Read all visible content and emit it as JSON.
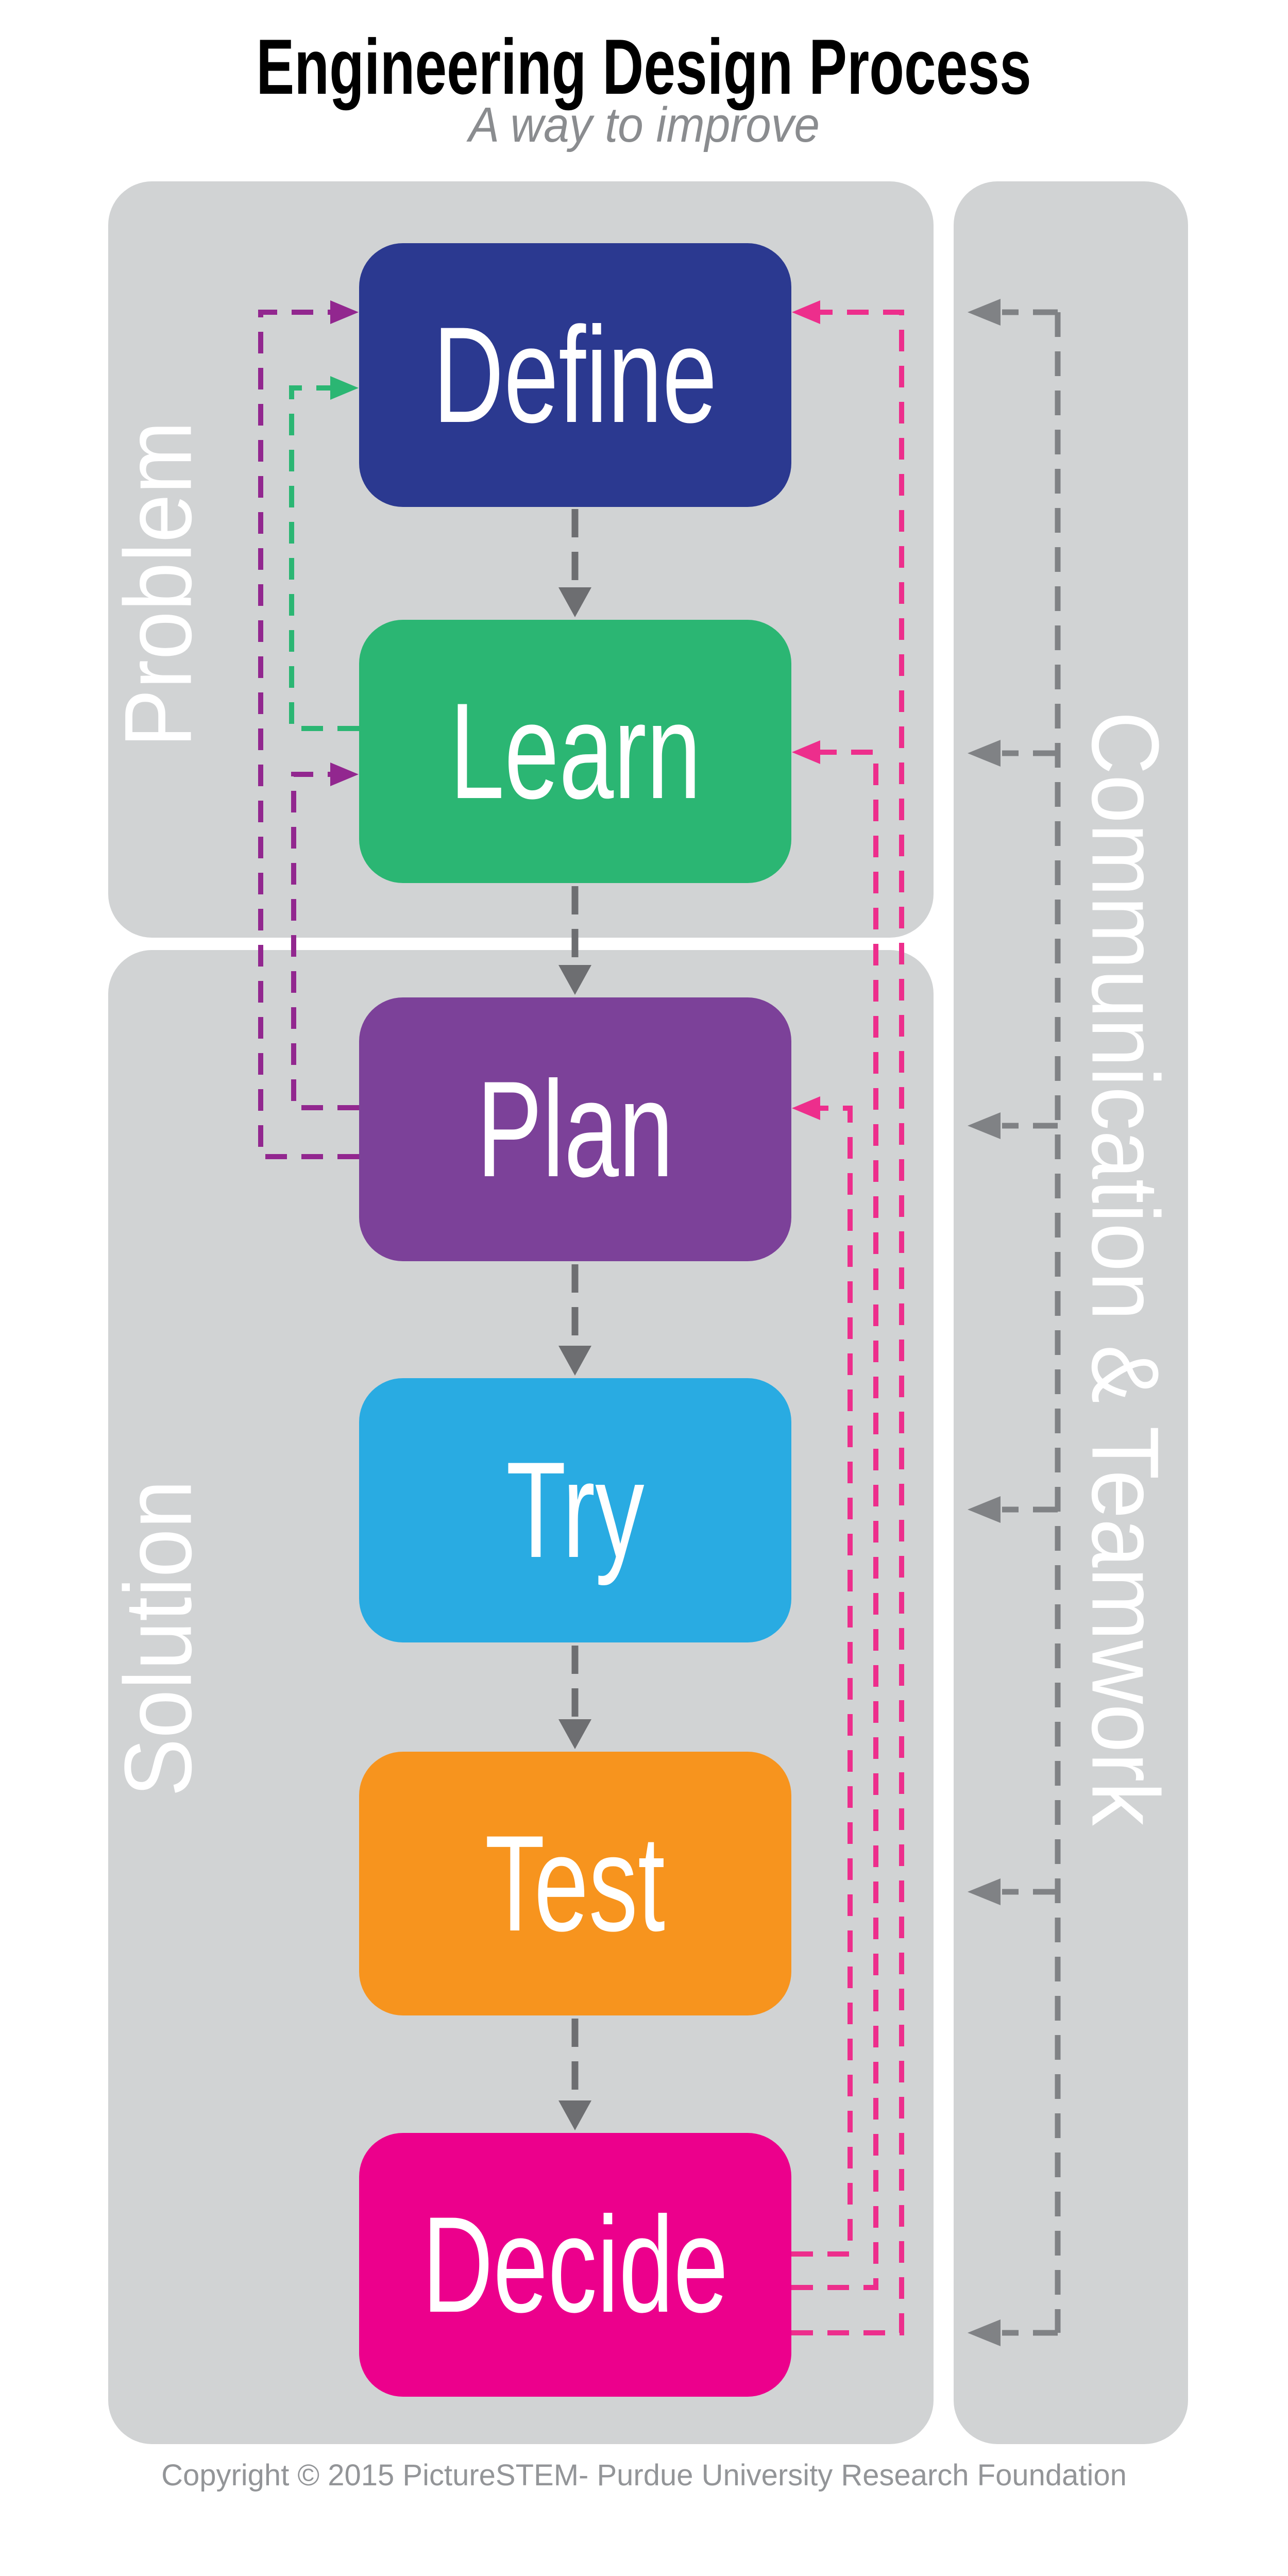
{
  "title": "Engineering Design Process",
  "subtitle": "A way to improve",
  "panels": {
    "problem": {
      "label": "Problem"
    },
    "solution": {
      "label": "Solution"
    },
    "communication": {
      "label": "Communication & Teamwork"
    }
  },
  "stages": [
    {
      "label": "Define",
      "color": "#2B3990"
    },
    {
      "label": "Learn",
      "color": "#2BB673"
    },
    {
      "label": "Plan",
      "color": "#7C4199"
    },
    {
      "label": "Try",
      "color": "#29ABE2"
    },
    {
      "label": "Test",
      "color": "#F7941E"
    },
    {
      "label": "Decide",
      "color": "#EC008C"
    }
  ],
  "flow_arrows": [
    {
      "from": "Define",
      "to": "Learn"
    },
    {
      "from": "Learn",
      "to": "Plan"
    },
    {
      "from": "Plan",
      "to": "Try"
    },
    {
      "from": "Try",
      "to": "Test"
    },
    {
      "from": "Test",
      "to": "Decide"
    }
  ],
  "feedback_loops": [
    {
      "from": "Learn",
      "to": "Define",
      "color": "#2BB673"
    },
    {
      "from": "Plan",
      "to": "Define",
      "color": "#92278F"
    },
    {
      "from": "Plan",
      "to": "Learn",
      "color": "#92278F"
    },
    {
      "from": "Decide",
      "to": "Plan",
      "color": "#ED2E8C"
    },
    {
      "from": "Decide",
      "to": "Learn",
      "color": "#ED2E8C"
    },
    {
      "from": "Decide",
      "to": "Define",
      "color": "#ED2E8C"
    }
  ],
  "communication_arrow_targets": [
    "Define",
    "Learn",
    "Plan",
    "Try",
    "Test",
    "Decide"
  ],
  "footer": {
    "copyright": "Copyright © 2015 PictureSTEM- Purdue University Research Foundation"
  },
  "colors": {
    "page_bg": "#FFFFFF",
    "panel_bg": "#D1D3D4",
    "title_text": "#000000",
    "subtitle_text": "#8A8C8F",
    "footer_text": "#939598",
    "panel_label_text": "#FFFFFF",
    "box_label_text": "#FFFFFF",
    "define": "#2B3990",
    "learn": "#2BB673",
    "plan": "#7C4199",
    "try": "#29ABE2",
    "test": "#F7941E",
    "decide": "#EC008C",
    "line_green": "#2BB673",
    "line_purple": "#92278F",
    "line_pink": "#ED2E8C",
    "flow_gray": "#6D6E71",
    "comm_gray": "#808285"
  }
}
